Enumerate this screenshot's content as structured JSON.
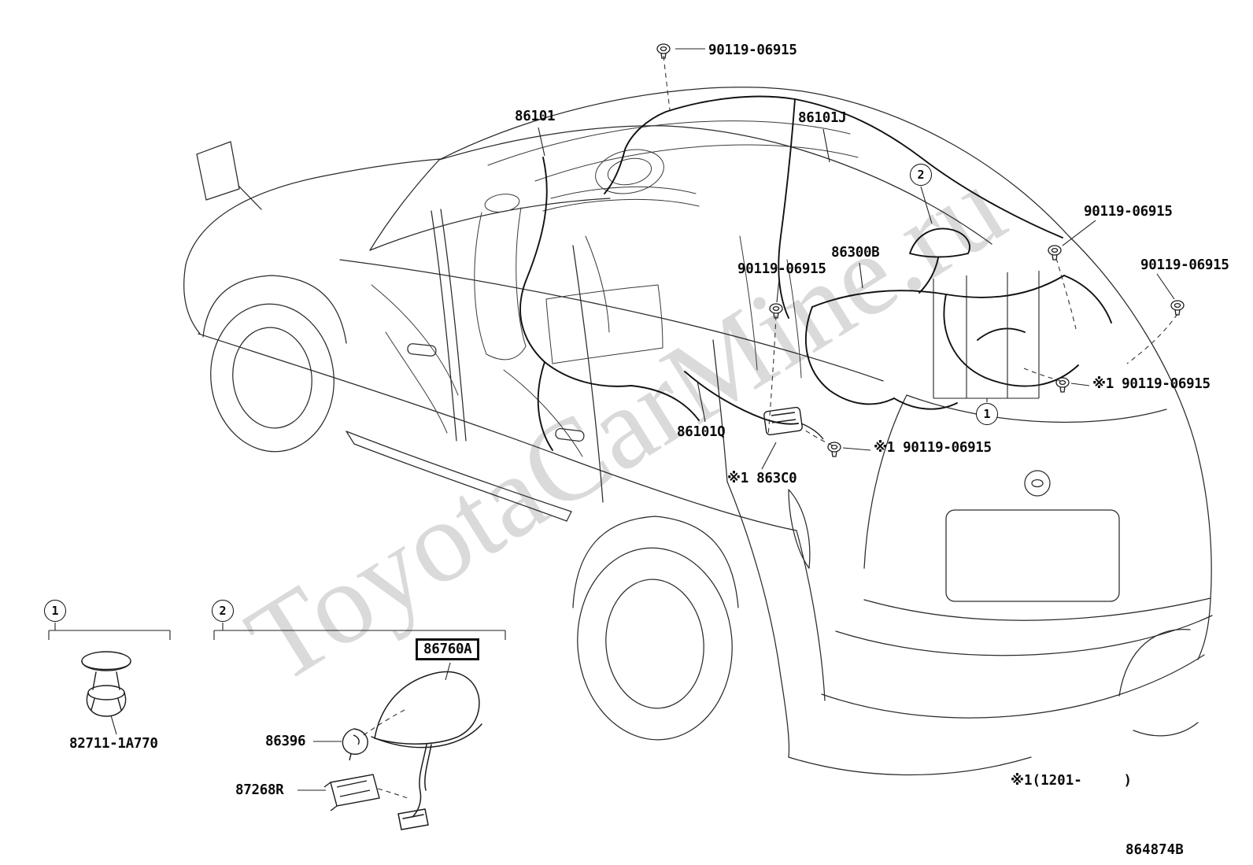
{
  "diagram": {
    "watermark": "ToyotaCarMine.ru",
    "note": "※1(1201-     )",
    "code": "864874B"
  },
  "labels": {
    "screw_top": "90119-06915",
    "harness_86101": "86101",
    "harness_86101j": "86101J",
    "screw_right_upper": "90119-06915",
    "antenna_86300b": "86300B",
    "screw_mid": "90119-06915",
    "screw_right_lower": "90119-06915",
    "screw_note_right": "※1 90119-06915",
    "harness_86101q": "86101Q",
    "screw_note_mid": "※1 90119-06915",
    "amplifier_863c0": "※1 863C0",
    "antenna_86760a": "86760A",
    "clip_82711": "82711-1A770",
    "clamp_86396": "86396",
    "bracket_87268r": "87268R"
  },
  "callouts": {
    "c1": "1",
    "c2": "2"
  }
}
